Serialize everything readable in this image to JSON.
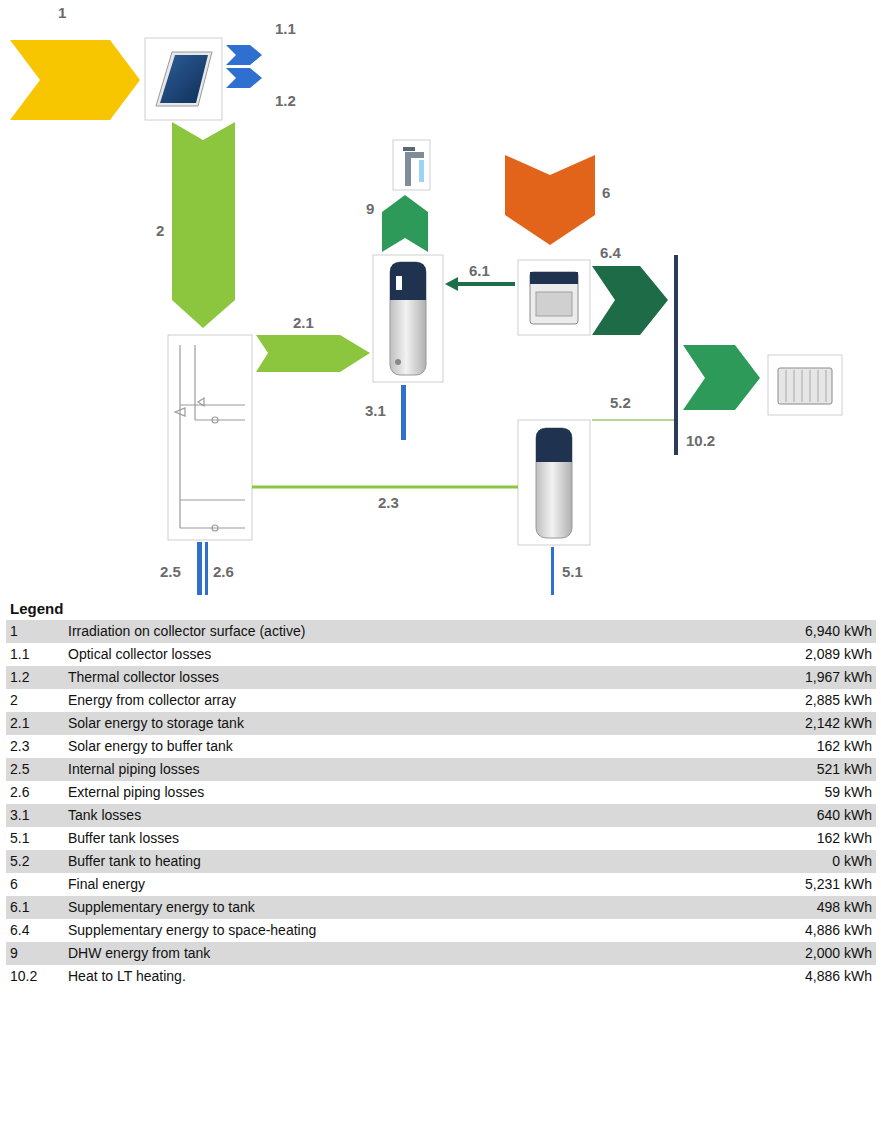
{
  "diagram": {
    "labels": [
      "1",
      "1.1",
      "1.2",
      "2",
      "2.1",
      "9",
      "6",
      "6.1",
      "6.4",
      "3.1",
      "5.2",
      "10.2",
      "2.3",
      "2.5",
      "2.6",
      "5.1",
      "Legend",
      "1",
      "Irradiation on collector surface (active)",
      "6,940 kWh",
      "1.1",
      "Optical collector losses",
      "2,089 kWh",
      "1.2",
      "Thermal collector losses",
      "1,967 kWh",
      "2",
      "Energy from collector array",
      "2,885 kWh",
      "2.1",
      "Solar energy to storage tank",
      "2,142 kWh",
      "2.3",
      "Solar energy to buffer tank",
      "162 kWh",
      "2.5",
      "Internal piping losses",
      "521 kWh",
      "2.6",
      "External piping losses",
      "59 kWh",
      "3.1",
      "Tank losses",
      "640 kWh",
      "5.1",
      "Buffer tank losses",
      "162 kWh",
      "5.2",
      "Buffer tank to heating",
      "0 kWh",
      "6",
      "Final energy",
      "5,231 kWh",
      "6.1",
      "Supplementary energy to tank",
      "498 kWh",
      "6.4",
      "Supplementary energy to space-heating",
      "4,886 kWh",
      "9",
      "DHW energy from tank",
      "2,000 kWh",
      "10.2",
      "Heat to LT heating.",
      "4,886 kWh"
    ]
  }
}
